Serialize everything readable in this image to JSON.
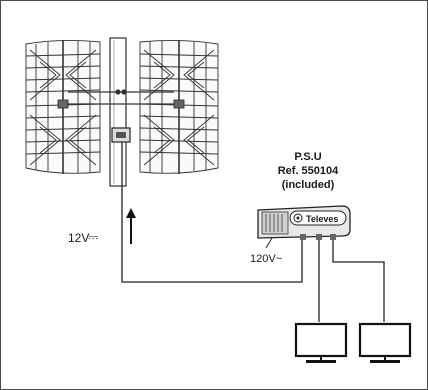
{
  "psu": {
    "line1": "P.S.U",
    "line2": "Ref. 550104",
    "line3": "(included)",
    "brand": "Televes"
  },
  "voltage": {
    "dc_label": "12V",
    "dc_symbol": "⎓",
    "ac_label": "120V~"
  },
  "icons": [
    "antenna-panel",
    "mast",
    "amplifier-box",
    "power-supply-unit",
    "tv-monitor",
    "arrow-up"
  ]
}
